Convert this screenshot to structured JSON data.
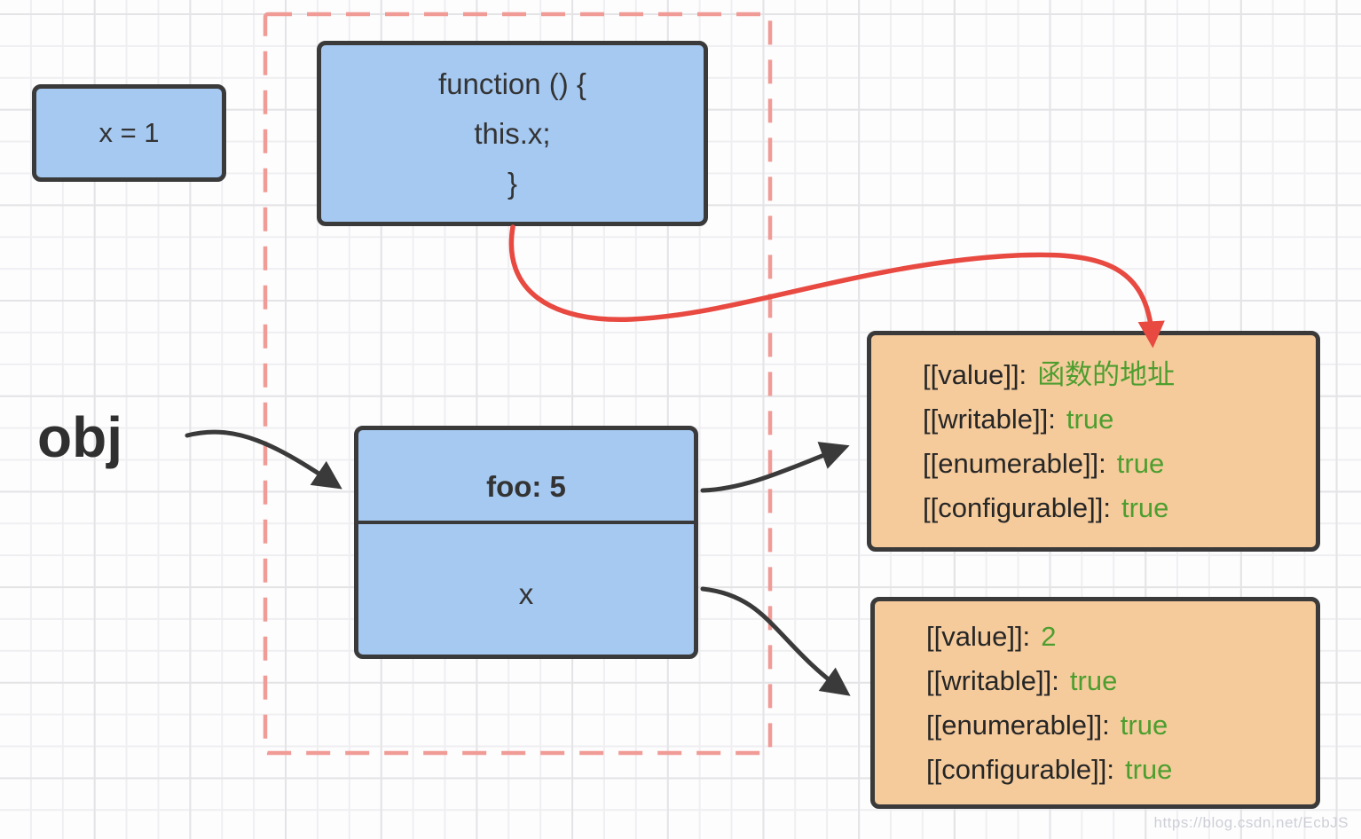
{
  "canvas": {
    "watermark": "https://blog.csdn.net/EcbJS"
  },
  "boxes": {
    "var_x": {
      "label": "x = 1"
    },
    "function": {
      "lines": [
        "function () {",
        "this.x;",
        "}"
      ]
    },
    "obj_label": "obj",
    "object": {
      "rows": [
        "foo: 5",
        "x"
      ]
    },
    "descriptor_foo": {
      "lines": [
        {
          "key": "[[value]]:",
          "value": "函数的地址"
        },
        {
          "key": "[[writable]]:",
          "value": "true"
        },
        {
          "key": "[[enumerable]]:",
          "value": "true"
        },
        {
          "key": "[[configurable]]:",
          "value": "true"
        }
      ]
    },
    "descriptor_x": {
      "lines": [
        {
          "key": "[[value]]:",
          "value": "2"
        },
        {
          "key": "[[writable]]:",
          "value": "true"
        },
        {
          "key": "[[enumerable]]:",
          "value": "true"
        },
        {
          "key": "[[configurable]]:",
          "value": "true"
        }
      ]
    }
  },
  "colors": {
    "box_blue": "#a6c9f2",
    "box_orange": "#f5cb9c",
    "stroke_dark": "#3a3a3a",
    "value_green": "#4d9e2f",
    "arrow_red": "#e84940",
    "scope_dashed_pink": "#f09b95",
    "grid_line": "#e9e9ec"
  }
}
